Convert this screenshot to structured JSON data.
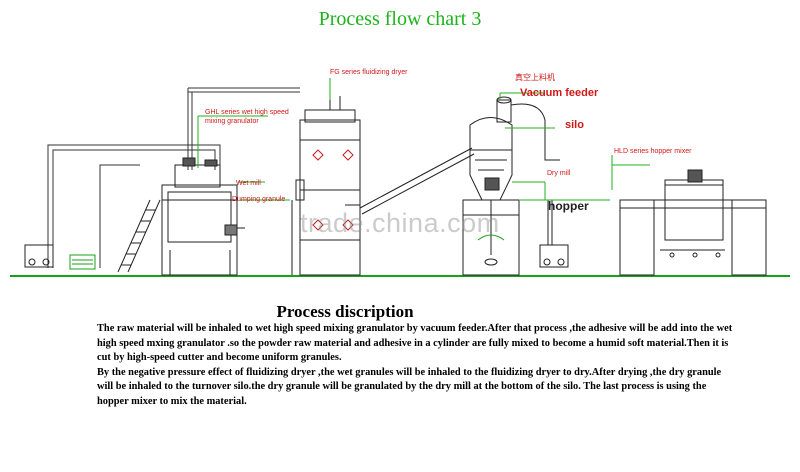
{
  "title": "Process flow chart 3",
  "labels": {
    "fg_dryer": "FG series fluidizing dryer",
    "ghl_granulator_1": "GHL series wet high speed",
    "ghl_granulator_2": "mixing granulator",
    "vacuum_feeder_cn": "真空上料机",
    "vacuum_feeder": "Vacuum feeder",
    "silo": "silo",
    "hld_mixer": "HLD series hopper mixer",
    "wet_mill": "Wet mill",
    "dumping": "Dumping granule",
    "dry_mill": "Dry mill",
    "hopper": "hopper"
  },
  "watermark": "trade.china.com",
  "description": {
    "title": "Process discription",
    "paragraph1": "The raw material will be inhaled to wet high speed mixing granulator by vacuum feeder.After that process ,the adhesive will be add into the wet high speed mxing granulator .so the powder raw material and adhesive in a  cylinder are fully mixed to become a humid soft material.Then it is cut by high-speed cutter and become uniform granules.",
    "paragraph2": "By the negative pressure effect of fluidizing dryer ,the wet granules will be inhaled to the fluidizing dryer to dry.After drying ,the dry granule will be inhaled to the turnover silo.the dry granule will be granulated by the dry mill at the bottom of the silo. The last process is using the hopper mixer to mix the material."
  },
  "colors": {
    "title": "#1db31d",
    "leader": "#1db31d",
    "label": "#d01818",
    "machine": "#222222",
    "floor": "#1aa01a"
  }
}
